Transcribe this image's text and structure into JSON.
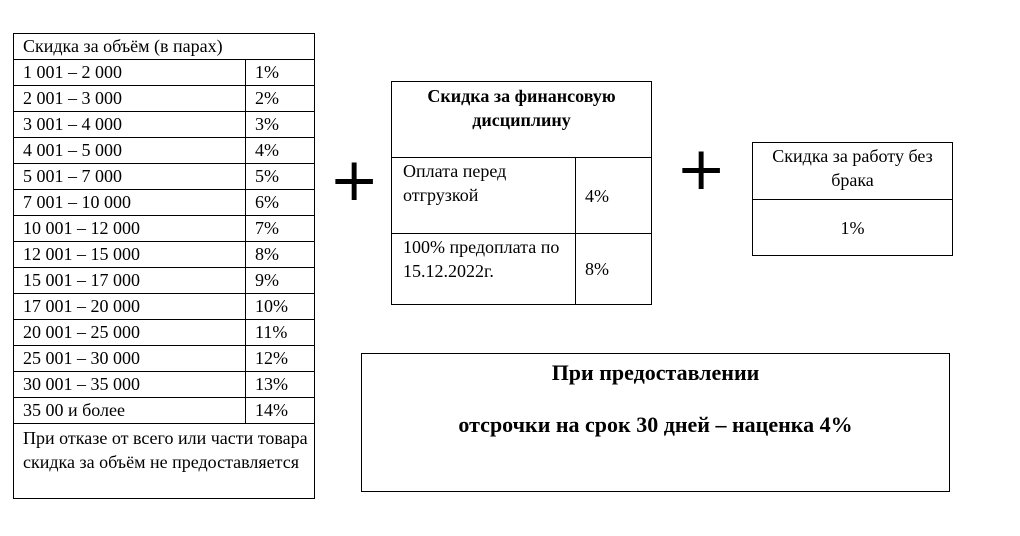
{
  "volume_discount": {
    "header": "Скидка за объём (в парах)",
    "rows": [
      {
        "range": "1 001 – 2 000",
        "percent": "1%"
      },
      {
        "range": "2 001 – 3 000",
        "percent": "2%"
      },
      {
        "range": "3 001 – 4 000",
        "percent": "3%"
      },
      {
        "range": "4 001 – 5 000",
        "percent": "4%"
      },
      {
        "range": "5 001 – 7 000",
        "percent": "5%"
      },
      {
        "range": "7 001 – 10 000",
        "percent": "6%"
      },
      {
        "range": "10 001 – 12 000",
        "percent": "7%"
      },
      {
        "range": "12 001 – 15 000",
        "percent": "8%"
      },
      {
        "range": "15 001 – 17 000",
        "percent": "9%"
      },
      {
        "range": "17 001 – 20 000",
        "percent": "10%"
      },
      {
        "range": "20 001 – 25 000",
        "percent": "11%"
      },
      {
        "range": "25 001 – 30 000",
        "percent": "12%"
      },
      {
        "range": "30 001 – 35 000",
        "percent": "13%"
      },
      {
        "range": "35 00 и более",
        "percent": "14%"
      }
    ],
    "note": "При отказе от всего или части товара скидка за объём не предоставляется"
  },
  "plus_sign": "+",
  "financial_discipline": {
    "title": "Скидка за финансовую дисциплину",
    "rows": [
      {
        "label": "Оплата перед отгрузкой",
        "percent": "4%"
      },
      {
        "label": "100% предоплата по 15.12.2022г.",
        "percent": "8%"
      }
    ]
  },
  "defect_free": {
    "title": "Скидка за работу без брака",
    "percent": "1%"
  },
  "deferral": {
    "line1": "При предоставлении",
    "line2": "отсрочки на срок 30 дней – наценка 4%"
  }
}
